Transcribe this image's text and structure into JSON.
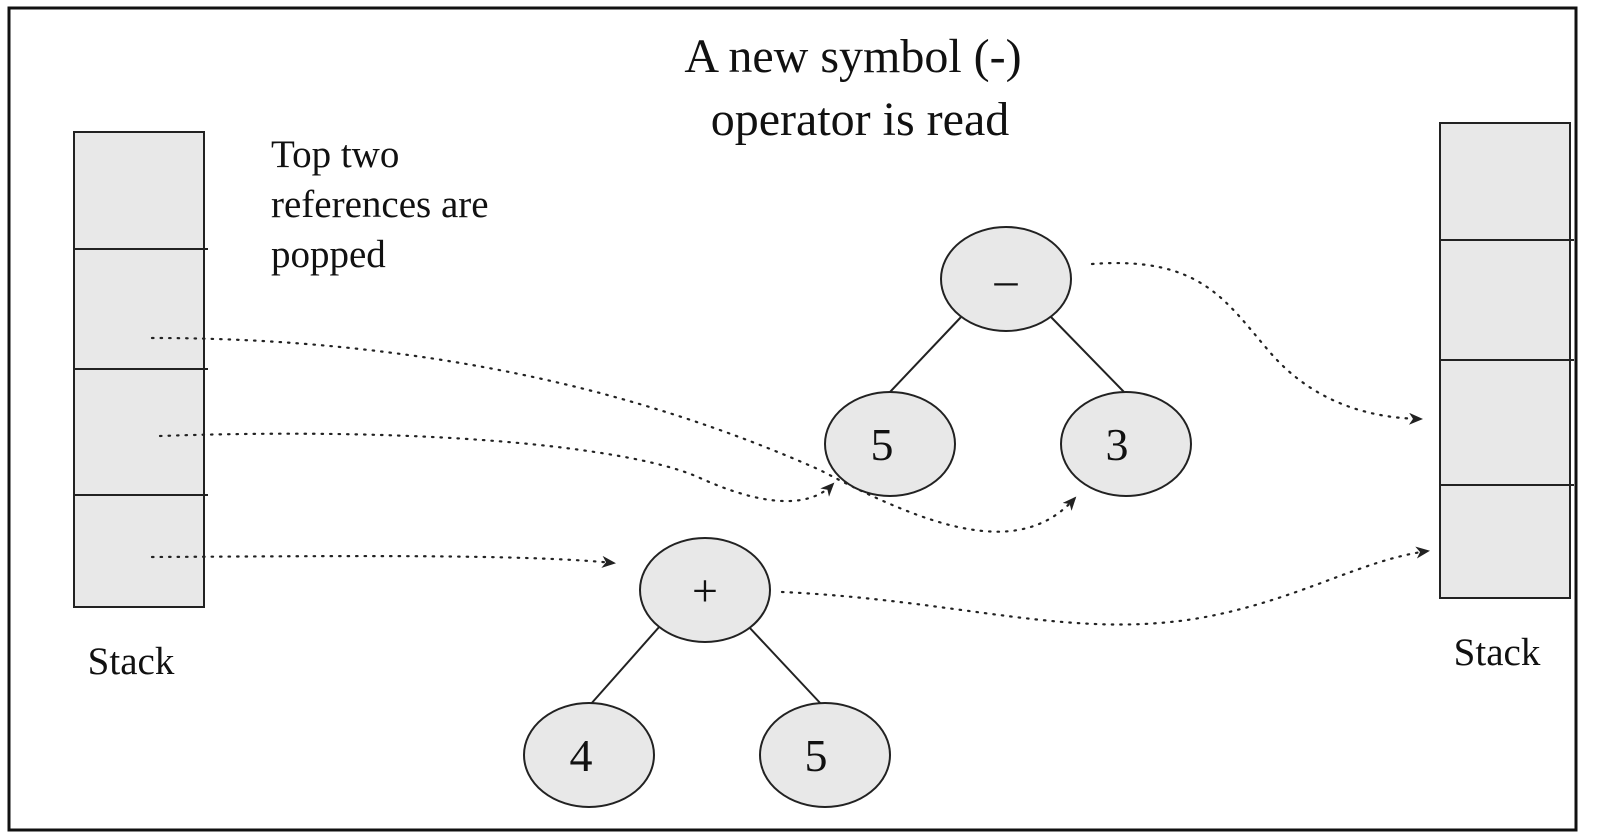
{
  "title": {
    "line1": "A new symbol (-)",
    "line2": "operator is read"
  },
  "annotation": {
    "line1": "Top two",
    "line2": "references are",
    "line3": "popped"
  },
  "left_stack": {
    "label": "Stack",
    "cell_count": 4
  },
  "right_stack": {
    "label": "Stack",
    "cell_count": 4
  },
  "trees": {
    "minus": {
      "root": "–",
      "left": "5",
      "right": "3"
    },
    "plus": {
      "root": "+",
      "left": "4",
      "right": "5"
    }
  },
  "colors": {
    "fill": "#e8e8e8",
    "stroke": "#222222",
    "border": "#111111"
  }
}
